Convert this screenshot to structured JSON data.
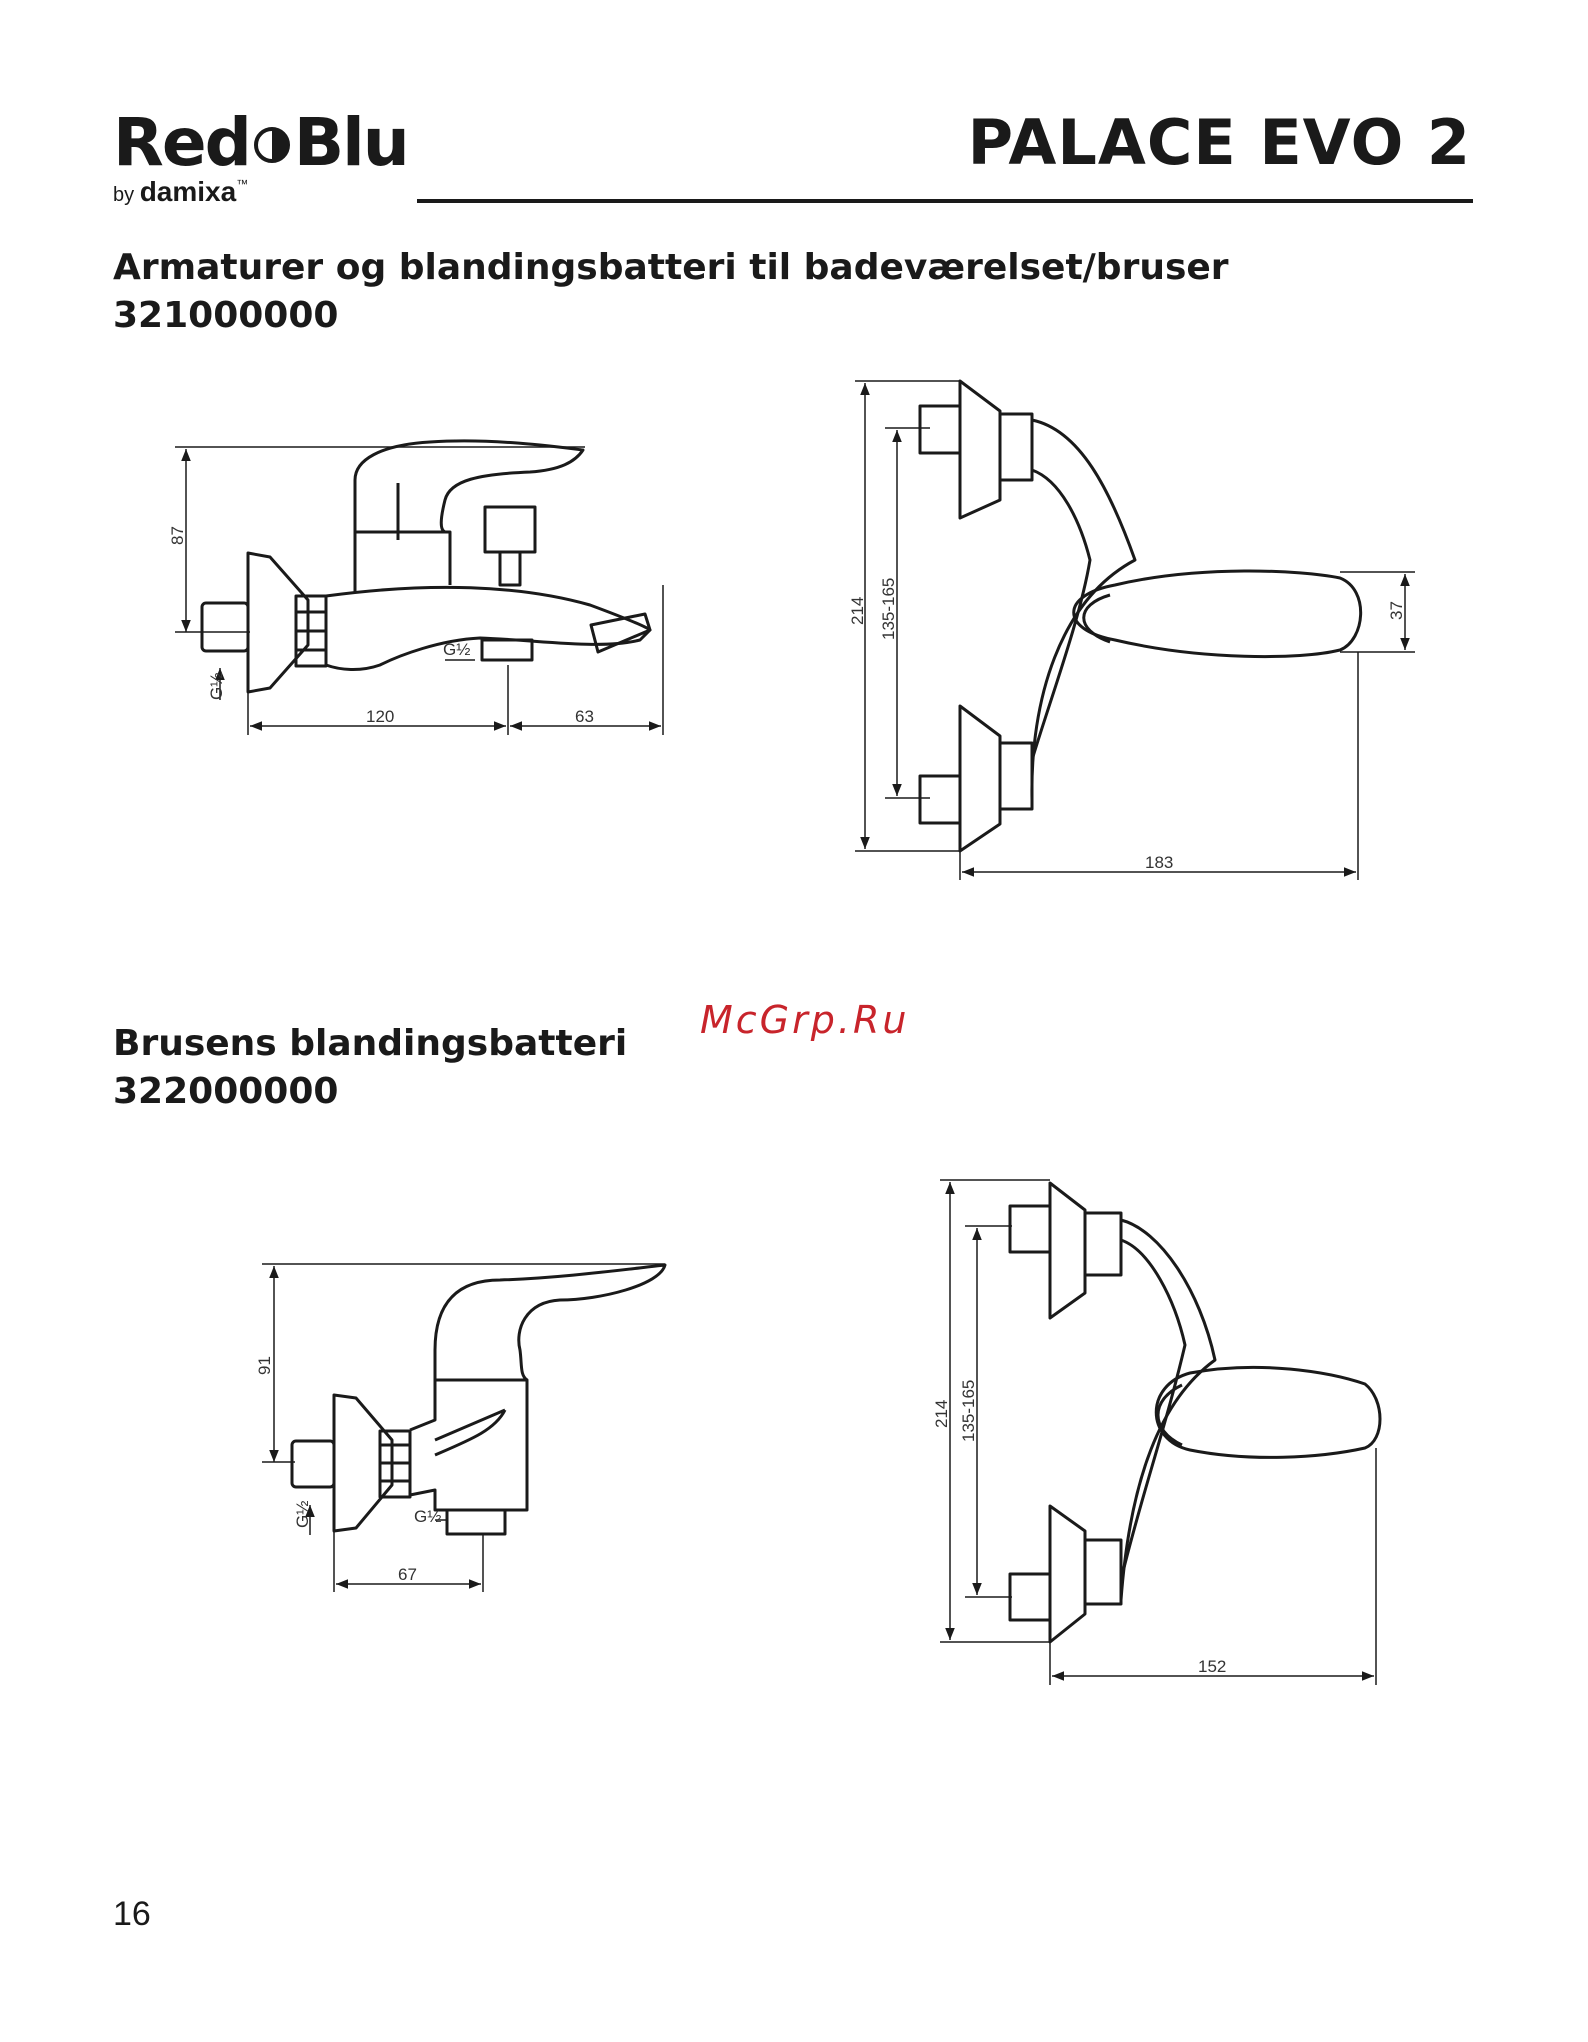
{
  "header": {
    "logo": {
      "part_a": "Red",
      "part_b": "Blu",
      "by": "by",
      "brand": "damixa",
      "tm": "™"
    },
    "model_title": "PALACE EVO 2"
  },
  "sections": [
    {
      "title": "Armaturer og blandingsbatteri til badeværelset/bruser",
      "code": "321000000",
      "side_view": {
        "dims": {
          "height": "87",
          "thread_left": "G½",
          "thread_bottom": "G½",
          "depth": "120",
          "spout": "63"
        }
      },
      "front_view": {
        "dims": {
          "height": "214",
          "centers": "135-165",
          "handle": "37",
          "width": "183"
        }
      }
    },
    {
      "title": "Brusens blandingsbatteri",
      "code": "322000000",
      "side_view": {
        "dims": {
          "height": "91",
          "thread_left": "G½",
          "thread_bottom": "G½",
          "depth": "67"
        }
      },
      "front_view": {
        "dims": {
          "height": "214",
          "centers": "135-165",
          "width": "152"
        }
      }
    }
  ],
  "watermark": "McGrp.Ru",
  "page_number": "16"
}
